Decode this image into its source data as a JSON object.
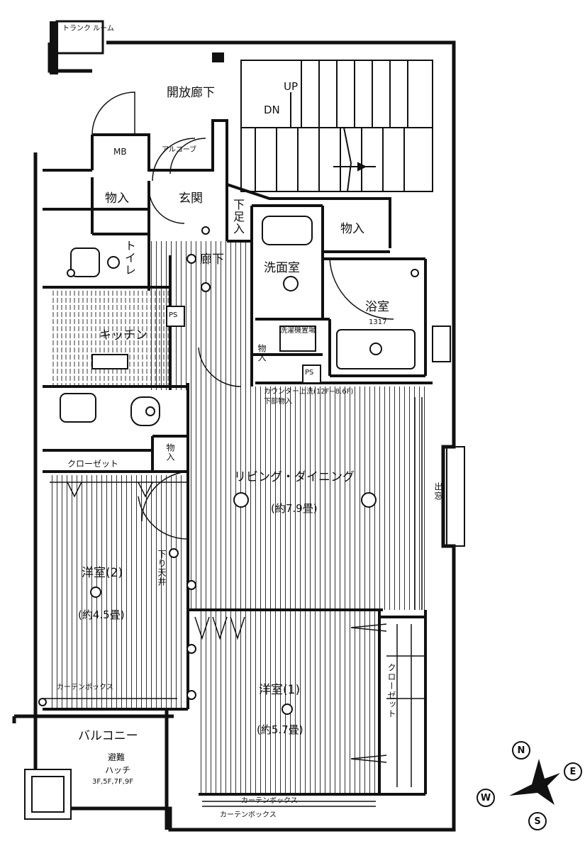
{
  "rooms": {
    "trunk_room": "トランク ルーム",
    "open_corridor": "開放廊下",
    "up": "UP",
    "dn": "DN",
    "mb": "MB",
    "alcove": "アルコーブ",
    "storage_entrance": "物入",
    "entrance": "玄関",
    "shoe_storage": "下足入",
    "storage_wash": "物入",
    "toilet": "トイレ",
    "hallway": "廊下",
    "washroom": "洗面室",
    "bathroom": "浴室",
    "bath_size": "1317",
    "kitchen": "キッチン",
    "ps1": "PS",
    "ps2": "PS",
    "laundry": "洗濯機置場",
    "storage_hall": "物入",
    "counter_note": "カウンター上洗(12F~8.6F)",
    "counter_under": "下部物入",
    "storage_bed2": "物入",
    "closet_bed2": "クローゼット",
    "living_dining": "リビング・ダイニング",
    "living_size": "(約7.9畳)",
    "bed2": "洋室(2)",
    "bed2_size": "(約4.5畳)",
    "bed2_ceiling": "下り天井",
    "bed2_curtain": "カーテンボックス",
    "bed1": "洋室(1)",
    "bed1_size": "(約5.7畳)",
    "closet_bed1": "クローゼット",
    "balcony": "バルコニー",
    "hatch_l1": "避難",
    "hatch_l2": "ハッチ",
    "hatch_floors": "3F,5F,7F,9F",
    "curtain_box": "カーテンボックス",
    "curtain_box_2": "カーテンボックス",
    "bay_window": "出窓"
  },
  "compass": {
    "n": "N",
    "e": "E",
    "s": "S",
    "w": "W"
  },
  "colors": {
    "ink": "#111111",
    "paper": "#ffffff"
  }
}
